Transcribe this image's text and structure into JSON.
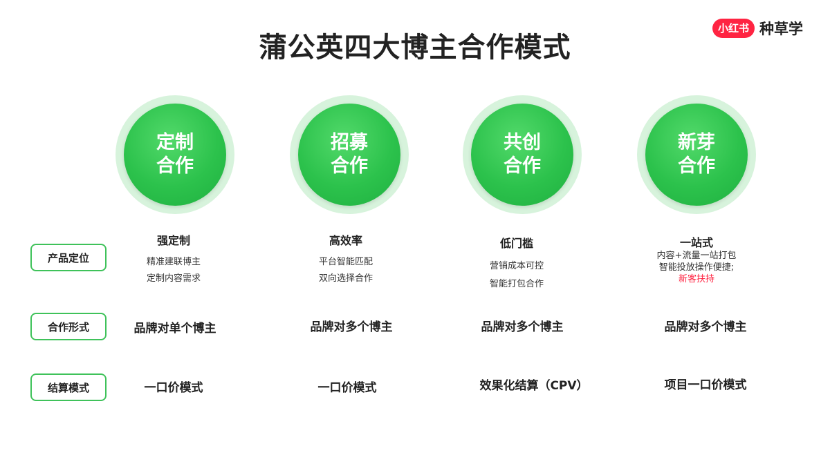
{
  "title": "蒲公英四大博主合作模式",
  "brand": {
    "badge": "小红书",
    "text": "种草学"
  },
  "colors": {
    "accent_green": "#2cc24c",
    "brand_red": "#ff2442"
  },
  "row_labels": [
    "产品定位",
    "合作形式",
    "结算模式"
  ],
  "modes": [
    {
      "circle": [
        "定制",
        "合作"
      ],
      "position_title": "强定制",
      "position_lines": [
        "精准建联博主",
        "定制内容需求"
      ],
      "form": "品牌对单个博主",
      "settlement": "一口价模式"
    },
    {
      "circle": [
        "招募",
        "合作"
      ],
      "position_title": "高效率",
      "position_lines": [
        "平台智能匹配",
        "双向选择合作"
      ],
      "form": "品牌对多个博主",
      "settlement": "一口价模式"
    },
    {
      "circle": [
        "共创",
        "合作"
      ],
      "position_title": "低门槛",
      "position_lines": [
        "营销成本可控",
        "智能打包合作"
      ],
      "form": "品牌对多个博主",
      "settlement": "效果化结算（CPV）"
    },
    {
      "circle": [
        "新芽",
        "合作"
      ],
      "position_title": "一站式",
      "position_lines": [
        "内容+流量一站打包",
        "智能投放操作便捷;"
      ],
      "position_highlight": "新客扶持",
      "form": "品牌对多个博主",
      "settlement": "项目一口价模式"
    }
  ]
}
